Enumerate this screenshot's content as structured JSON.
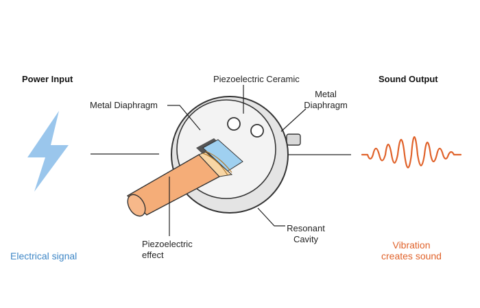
{
  "colors": {
    "electric_blue": "#8fc0ea",
    "electric_text": "#3d86c6",
    "sound_orange": "#e0622a",
    "tube_orange": "#f5ad78",
    "piezo_blue": "#9fd0f0",
    "line": "#222222"
  },
  "icons": {
    "power": "lightning-bolt-icon",
    "sound": "waveform-icon"
  },
  "left": {
    "title": "Power Input",
    "caption": "Electrical signal"
  },
  "right": {
    "title": "Sound Output",
    "caption_line1": "Vibration",
    "caption_line2": "creates sound"
  },
  "labels": {
    "piezo_ceramic": "Piezoelectric Ceramic",
    "metal_diaphragm_left": "Metal Diaphragm",
    "metal_diaphragm_right_1": "Metal",
    "metal_diaphragm_right_2": "Diaphragm",
    "piezo_effect_1": "Piezoelectric",
    "piezo_effect_2": "effect",
    "resonant_1": "Resonant",
    "resonant_2": "Cavity"
  }
}
